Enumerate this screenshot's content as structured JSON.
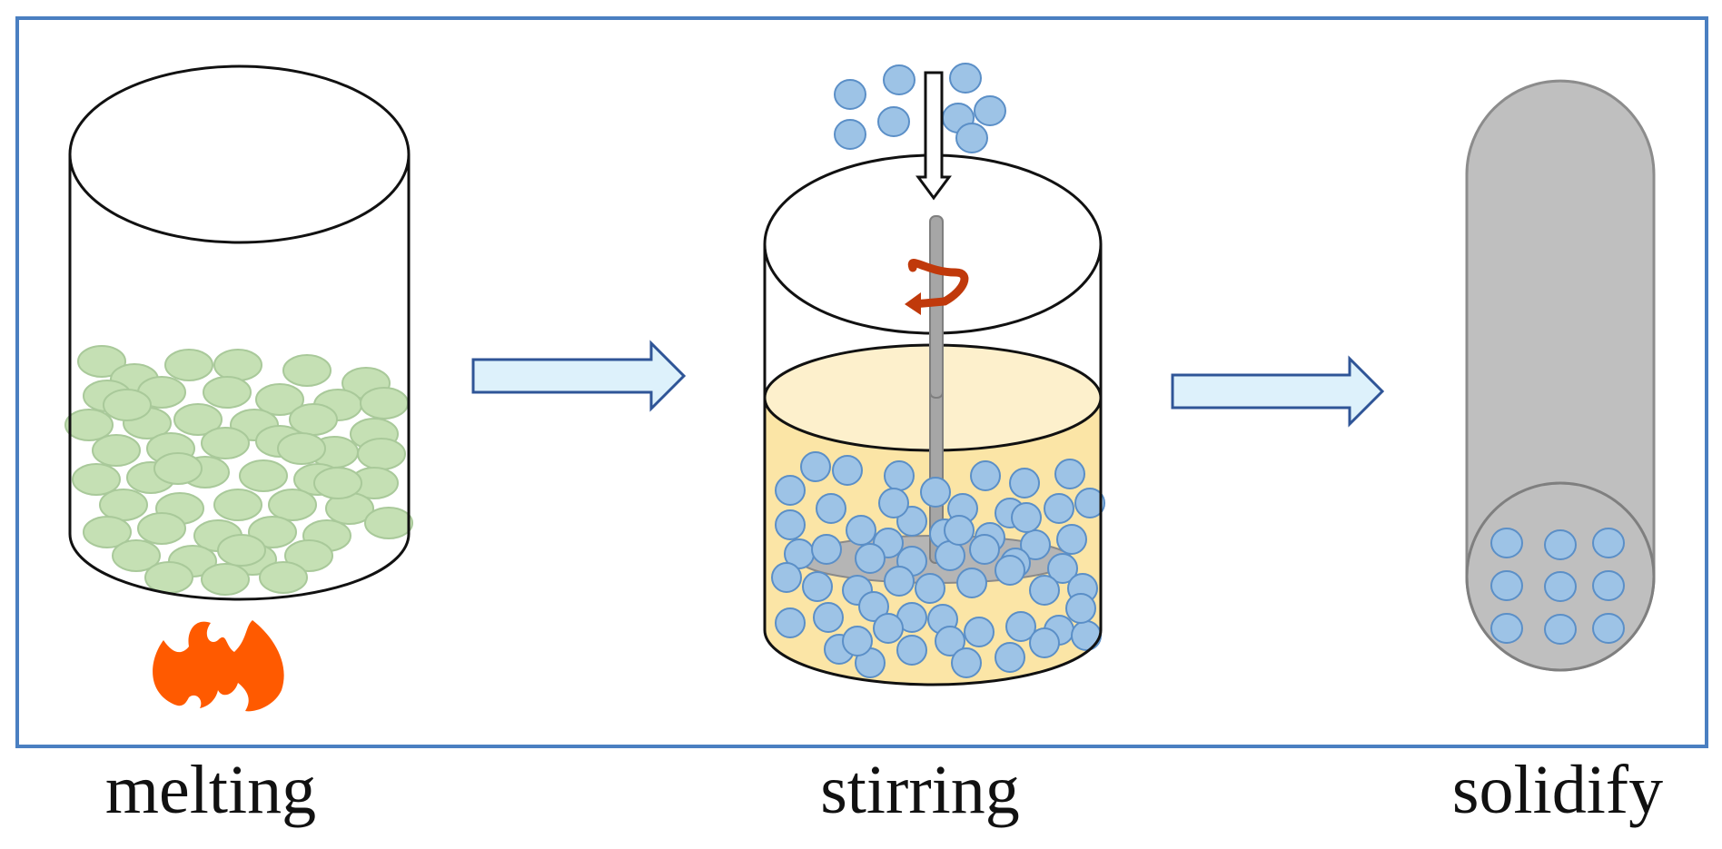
{
  "labels": {
    "melting": "melting",
    "stirring": "stirring",
    "solidify": "solidify"
  },
  "colors": {
    "frame": "#4a7fc1",
    "green_particle": "#c5e0b4",
    "green_particle_stroke": "#a9c99a",
    "blue_particle": "#9dc3e6",
    "blue_particle_stroke": "#5b8fc7",
    "liquid": "#fbe5a6",
    "liquid_top": "#fdf0cc",
    "flame": "#ff5a00",
    "rotation_arrow": "#c0390b",
    "arrow_fill": "#ddf1fb",
    "arrow_stroke": "#2f5597",
    "solid_rod": "#bfbfbf",
    "rod_stroke": "#8c8c8c"
  },
  "icons": {
    "heat": "flame-icon",
    "rotation": "rotation-arrow-icon",
    "feed": "down-arrow-icon",
    "process_flow": "right-arrow-icon"
  }
}
